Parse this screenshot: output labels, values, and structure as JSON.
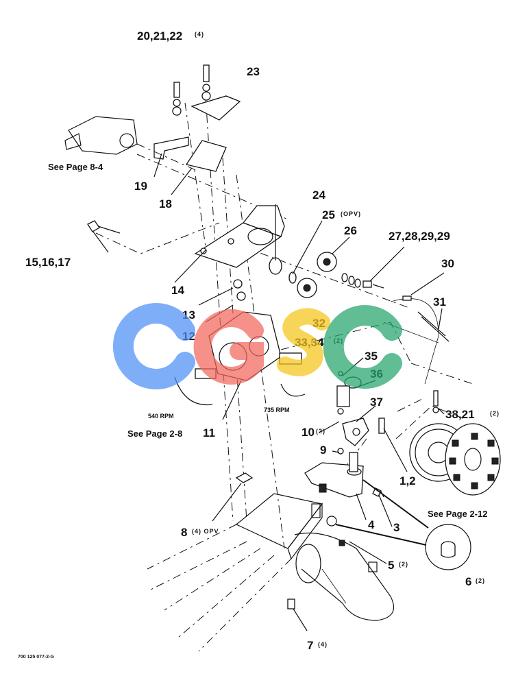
{
  "callouts": {
    "p20": "20,21,22",
    "p20_qty": "(4)",
    "p23": "23",
    "p19": "19",
    "p18": "18",
    "see84": "See Page 8-4",
    "p24": "24",
    "p25": "25",
    "p25_qty": "(OPV)",
    "p26": "26",
    "p27": "27,28,29,29",
    "p30": "30",
    "p31": "31",
    "p15": "15,16,17",
    "p14": "14",
    "p13": "13",
    "p12": "12",
    "p32": "32",
    "p33": "33,34",
    "p33_qty": "(2)",
    "p35": "35",
    "p36": "36",
    "p37": "37",
    "rpm540": "540 RPM",
    "rpm735": "735 RPM",
    "see28": "See Page 2-8",
    "p11": "11",
    "p10": "10",
    "p10_qty": "(2)",
    "p9": "9",
    "p38": "38,21",
    "p38_qty": "(2)",
    "p12b": "1,2",
    "see212": "See Page 2-12",
    "p8": "8",
    "p8_qty": "(4) OPV",
    "p4": "4",
    "p3": "3",
    "p5": "5",
    "p5_qty": "(2)",
    "p6": "6",
    "p6_qty": "(2)",
    "p7": "7",
    "p7_qty": "(4)",
    "figure_id": "700 125 077-2-G"
  },
  "watermark": {
    "text": "CGSC",
    "colors": [
      "#4f8ff7",
      "#f2675c",
      "#f5c518",
      "#23a46b"
    ]
  }
}
